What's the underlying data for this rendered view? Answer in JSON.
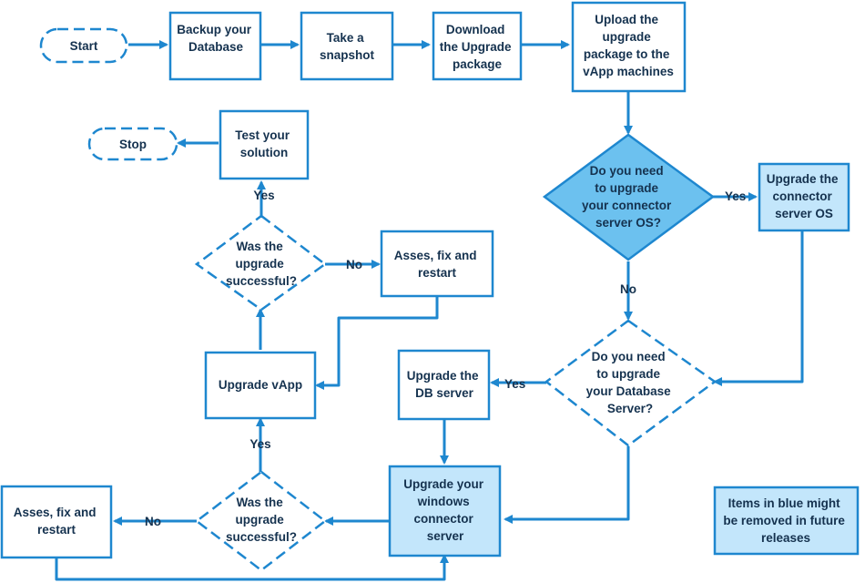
{
  "colors": {
    "stroke": "#1e87cf",
    "highlight_fill": "#c3e6fb",
    "text": "#15324f",
    "background": "#ffffff"
  },
  "nodes": {
    "start": "Start",
    "backup": [
      "Backup your",
      "Database"
    ],
    "snapshot": [
      "Take a",
      "snapshot"
    ],
    "download": [
      "Download",
      "the Upgrade",
      "package"
    ],
    "upload": [
      "Upload the",
      "upgrade",
      "package to the",
      "vApp machines"
    ],
    "q_connector_os": [
      "Do you need",
      "to upgrade",
      "your connector",
      "server OS?"
    ],
    "upgrade_connector_os": [
      "Upgrade the",
      "connector",
      "server OS"
    ],
    "q_database": [
      "Do you need",
      "to upgrade",
      "your Database",
      "Server?"
    ],
    "upgrade_db": [
      "Upgrade the",
      "DB server"
    ],
    "upgrade_windows": [
      "Upgrade your",
      "windows",
      "connector",
      "server"
    ],
    "q_success_bottom": [
      "Was the",
      "upgrade",
      "successful?"
    ],
    "fix_bottom": [
      "Asses, fix and",
      "restart"
    ],
    "upgrade_vapp": "Upgrade vApp",
    "q_success_top": [
      "Was the",
      "upgrade",
      "successful?"
    ],
    "fix_top": [
      "Asses, fix and",
      "restart"
    ],
    "test": [
      "Test your",
      "solution"
    ],
    "stop": "Stop",
    "legend": [
      "Items in blue might",
      "be removed in future",
      "releases"
    ]
  },
  "edges": {
    "connector_yes": "Yes",
    "connector_no": "No",
    "database_yes": "Yes",
    "bottom_yes": "Yes",
    "bottom_no": "No",
    "top_yes": "Yes",
    "top_no": "No"
  }
}
